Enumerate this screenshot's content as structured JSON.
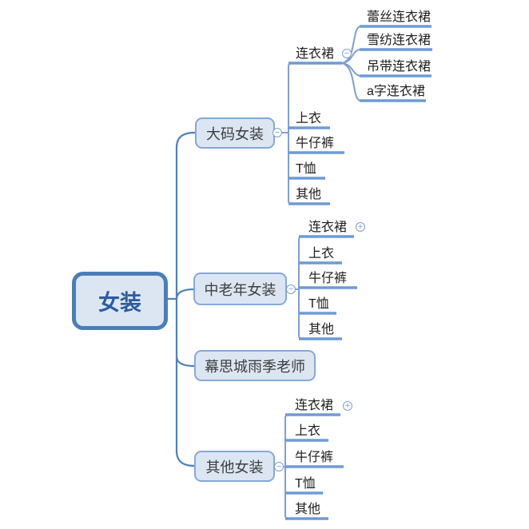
{
  "colors": {
    "node_fill": "#dce6f2",
    "root_border": "#4a7ebb",
    "branch_border": "#86a8d9",
    "root_text": "#2d5b9e",
    "branch_text": "#3d3d3d",
    "leaf_text": "#1f1f1f",
    "line": "#7da0d2",
    "underline": "#6f9bd5"
  },
  "root": {
    "label": "女装"
  },
  "branches": [
    {
      "label": "大码女装",
      "toggle": "−",
      "children": [
        {
          "label": "连衣裙",
          "toggle": "−",
          "children": [
            {
              "label": "蕾丝连衣裙"
            },
            {
              "label": "雪纺连衣裙"
            },
            {
              "label": "吊带连衣裙"
            },
            {
              "label": "a字连衣裙"
            }
          ]
        },
        {
          "label": "上衣"
        },
        {
          "label": "牛仔裤"
        },
        {
          "label": "T恤"
        },
        {
          "label": "其他"
        }
      ]
    },
    {
      "label": "中老年女装",
      "toggle": "−",
      "children": [
        {
          "label": "连衣裙",
          "toggle": "+"
        },
        {
          "label": "上衣"
        },
        {
          "label": "牛仔裤"
        },
        {
          "label": "T恤"
        },
        {
          "label": "其他"
        }
      ]
    },
    {
      "label": "幕思城雨季老师"
    },
    {
      "label": "其他女装",
      "toggle": "−",
      "children": [
        {
          "label": "连衣裙",
          "toggle": "+"
        },
        {
          "label": "上衣"
        },
        {
          "label": "牛仔裤"
        },
        {
          "label": "T恤"
        },
        {
          "label": "其他"
        }
      ]
    }
  ]
}
